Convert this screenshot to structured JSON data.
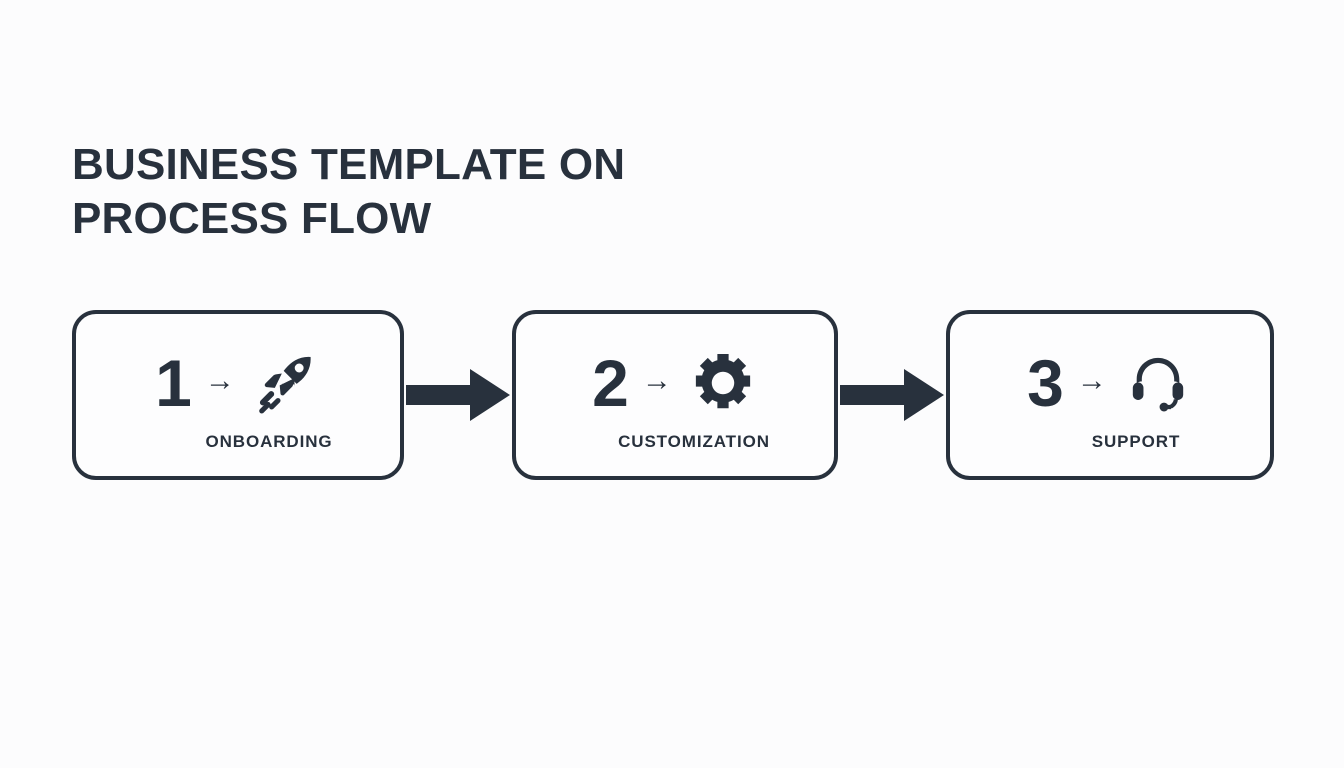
{
  "slide": {
    "background_color": "#fcfcfd",
    "accent_color": "#28313d",
    "title": "BUSINESS TEMPLATE ON\nPROCESS FLOW"
  },
  "flow": {
    "connector_icon": "block-arrow-right-icon",
    "steps": [
      {
        "number": "1",
        "inline_arrow": "→",
        "icon": "rocket-icon",
        "label": "ONBOARDING"
      },
      {
        "number": "2",
        "inline_arrow": "→",
        "icon": "gear-icon",
        "label": "CUSTOMIZATION"
      },
      {
        "number": "3",
        "inline_arrow": "→",
        "icon": "headset-icon",
        "label": "SUPPORT"
      }
    ]
  }
}
